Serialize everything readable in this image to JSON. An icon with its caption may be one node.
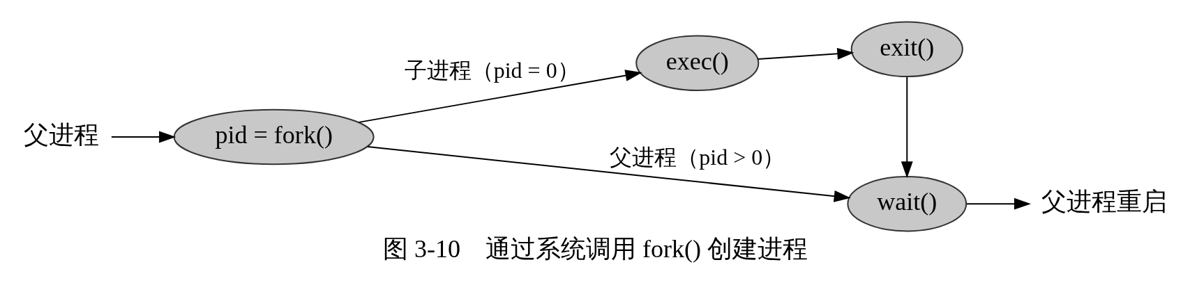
{
  "diagram": {
    "caption": "图 3-10　通过系统调用 fork() 创建进程",
    "nodes": [
      {
        "text": [
          "父进程"
        ]
      },
      {
        "text": [
          "pid = fork()"
        ]
      },
      {
        "text": [
          "wait()"
        ]
      },
      {
        "text": [
          "父进程重启"
        ]
      },
      {
        "text": [
          "exec()"
        ]
      },
      {
        "text": [
          "exit()"
        ]
      }
    ],
    "edges": [
      {
        "from": 0,
        "to": 1,
        "arrow": "to"
      },
      {
        "from": 1,
        "to": 2,
        "arrow": "to",
        "label": "父进程（pid > 0）"
      },
      {
        "from": 2,
        "to": 3,
        "arrow": "to"
      },
      {
        "from": 1,
        "to": 4,
        "arrow": "to",
        "label": "子进程（pid = 0）"
      },
      {
        "from": 4,
        "to": 5,
        "arrow": "to"
      },
      {
        "from": 5,
        "to": 2,
        "arrow": "to"
      }
    ]
  }
}
